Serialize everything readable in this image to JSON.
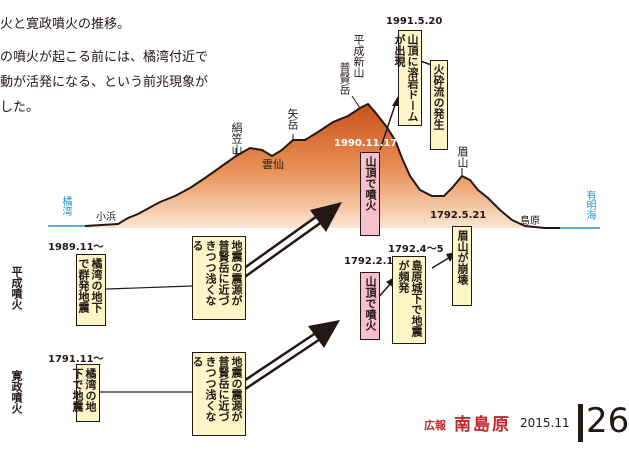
{
  "intro": {
    "line1": "火と寛政噴火の推移。",
    "line2": "の噴火が起こる前には、橘湾付近で",
    "line3": "動が活発になる、という前兆現象が",
    "line4": "した。"
  },
  "mountains": {
    "kinugasa": "絹笠山",
    "yada": "矢岳",
    "fugen": "普賢岳",
    "heisei": "平成新山",
    "mayu": "眉山",
    "unzen": "雲仙",
    "obama": "小浜",
    "shimabara": "島原"
  },
  "seas": {
    "tachibana": "橘湾",
    "ariake": "有明海"
  },
  "eras": {
    "heisei": "平成噴火",
    "kansei": "寛政噴火"
  },
  "heisei_row": {
    "date_start": "1989.11〜",
    "box_start": "橘湾の地下で群発地震",
    "box_mid": "地震の震源が普賢岳に近づきつつ浅くなる",
    "date_eruption": "1990.11.17",
    "box_eruption": "山頂で噴火",
    "date_dome": "1991.5.20",
    "box_dome": "山頂に溶岩ドームが出現",
    "box_pyro": "火砕流の発生"
  },
  "kansei_row": {
    "date_start": "1791.11〜",
    "box_start": "橘湾の地下で地震",
    "box_mid": "地震の震源が普賢岳に近づきつつ浅くなる",
    "date_eruption": "1792.2.10",
    "box_eruption": "山頂で噴火",
    "date_flank": "1792.4〜5",
    "box_flank": "島原城下で地震が頻発",
    "date_collapse": "1792.5.21",
    "box_collapse": "眉山が崩壊"
  },
  "footer": {
    "koho": "広報",
    "city": "南島原",
    "issue": "2015.11",
    "page": "26"
  },
  "colors": {
    "mountain_top": "#c8501a",
    "mountain_bottom": "#fbe6d2",
    "box_yellow": "#fdf7c8",
    "box_pink": "#f6c1cc",
    "sea": "#2a8fc7",
    "accent": "#c0272d"
  }
}
